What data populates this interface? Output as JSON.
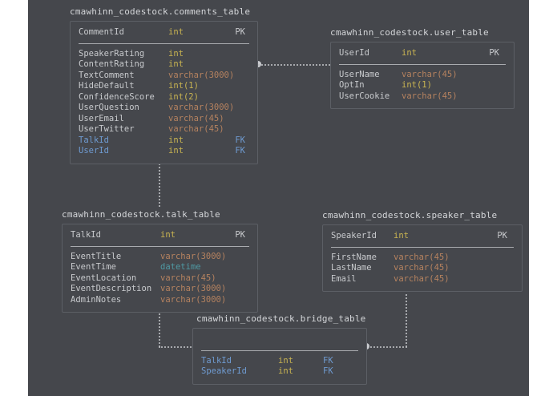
{
  "diagram": {
    "type": "entity-relationship-diagram",
    "background_color": "#45474c",
    "colors": {
      "column_name": "#c8cacd",
      "foreign_key": "#6f9bd1",
      "type_int": "#c9b451",
      "type_varchar": "#b5825f",
      "type_datetime": "#4f9aa4",
      "connector": "#c9cbcf"
    }
  },
  "tables": [
    {
      "id": "comments_table",
      "title": "cmawhinn_codestock.comments_table",
      "primary": {
        "name": "CommentId",
        "type": "int",
        "key": "PK",
        "type_kind": "int"
      },
      "columns": [
        {
          "name": "SpeakerRating",
          "type": "int",
          "key": "",
          "type_kind": "int"
        },
        {
          "name": "ContentRating",
          "type": "int",
          "key": "",
          "type_kind": "int"
        },
        {
          "name": "TextComment",
          "type": "varchar(3000)",
          "key": "",
          "type_kind": "varchar"
        },
        {
          "name": "HideDefault",
          "type": "int(1)",
          "key": "",
          "type_kind": "int"
        },
        {
          "name": "ConfidenceScore",
          "type": "int(2)",
          "key": "",
          "type_kind": "int"
        },
        {
          "name": "UserQuestion",
          "type": "varchar(3000)",
          "key": "",
          "type_kind": "varchar"
        },
        {
          "name": "UserEmail",
          "type": "varchar(45)",
          "key": "",
          "type_kind": "varchar"
        },
        {
          "name": "UserTwitter",
          "type": "varchar(45)",
          "key": "",
          "type_kind": "varchar"
        },
        {
          "name": "TalkId",
          "type": "int",
          "key": "FK",
          "type_kind": "int",
          "fk": true
        },
        {
          "name": "UserId",
          "type": "int",
          "key": "FK",
          "type_kind": "int",
          "fk": true
        }
      ]
    },
    {
      "id": "user_table",
      "title": "cmawhinn_codestock.user_table",
      "primary": {
        "name": "UserId",
        "type": "int",
        "key": "PK",
        "type_kind": "int"
      },
      "columns": [
        {
          "name": "UserName",
          "type": "varchar(45)",
          "key": "",
          "type_kind": "varchar"
        },
        {
          "name": "OptIn",
          "type": "int(1)",
          "key": "",
          "type_kind": "int"
        },
        {
          "name": "UserCookie",
          "type": "varchar(45)",
          "key": "",
          "type_kind": "varchar"
        }
      ]
    },
    {
      "id": "talk_table",
      "title": "cmawhinn_codestock.talk_table",
      "primary": {
        "name": "TalkId",
        "type": "int",
        "key": "PK",
        "type_kind": "int"
      },
      "columns": [
        {
          "name": "EventTitle",
          "type": "varchar(3000)",
          "key": "",
          "type_kind": "varchar"
        },
        {
          "name": "EventTime",
          "type": "datetime",
          "key": "",
          "type_kind": "datetime"
        },
        {
          "name": "EventLocation",
          "type": "varchar(45)",
          "key": "",
          "type_kind": "varchar"
        },
        {
          "name": "EventDescription",
          "type": "varchar(3000)",
          "key": "",
          "type_kind": "varchar"
        },
        {
          "name": "AdminNotes",
          "type": "varchar(3000)",
          "key": "",
          "type_kind": "varchar"
        }
      ]
    },
    {
      "id": "speaker_table",
      "title": "cmawhinn_codestock.speaker_table",
      "primary": {
        "name": "SpeakerId",
        "type": "int",
        "key": "PK",
        "type_kind": "int"
      },
      "columns": [
        {
          "name": "FirstName",
          "type": "varchar(45)",
          "key": "",
          "type_kind": "varchar"
        },
        {
          "name": "LastName",
          "type": "varchar(45)",
          "key": "",
          "type_kind": "varchar"
        },
        {
          "name": "Email",
          "type": "varchar(45)",
          "key": "",
          "type_kind": "varchar"
        }
      ]
    },
    {
      "id": "bridge_table",
      "title": "cmawhinn_codestock.bridge_table",
      "primary": {
        "name": "",
        "type": "",
        "key": "",
        "type_kind": "none"
      },
      "columns": [
        {
          "name": "TalkId",
          "type": "int",
          "key": "FK",
          "type_kind": "int",
          "fk": true
        },
        {
          "name": "SpeakerId",
          "type": "int",
          "key": "FK",
          "type_kind": "int",
          "fk": true
        }
      ]
    }
  ]
}
